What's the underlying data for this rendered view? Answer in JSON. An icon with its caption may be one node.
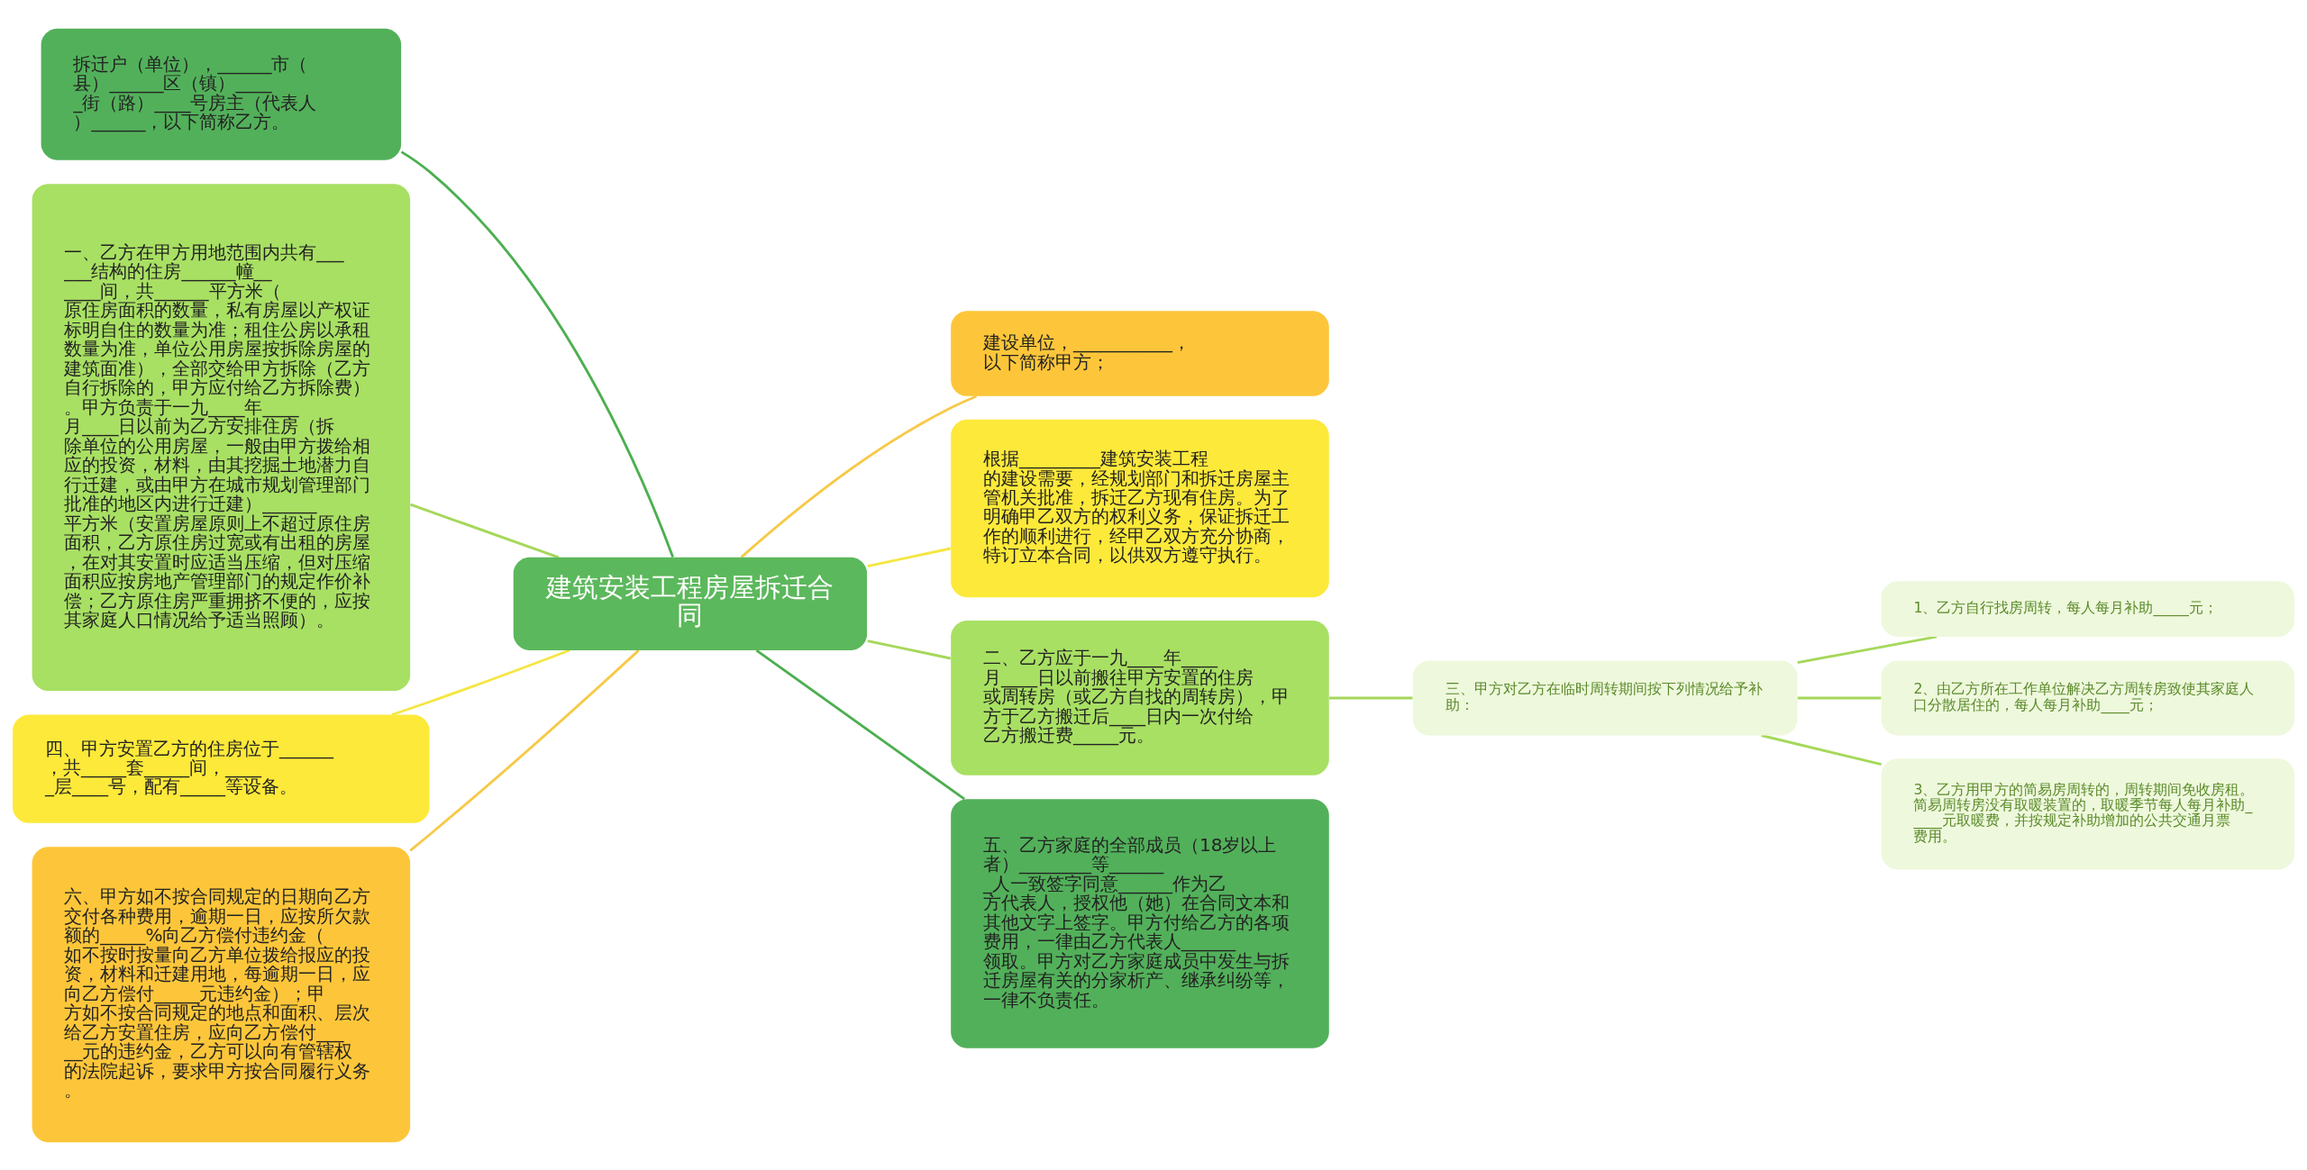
{
  "diagram": {
    "nodes": [
      {
        "text": [
          "建筑安装工程房屋拆迁合同"
        ]
      },
      {
        "text": [
          "拆迁户（单位），______市（县）______区（镇）_____街（路）____号房主（代表人）______，以下简称乙方。"
        ]
      },
      {
        "text": [
          "一、乙方在甲方用地范围内共有______结构的住房______幢______间，共______平方米（原住房面积的数量，私有房屋以产权证标明自住的数量为准；租住公房以承租数量为准，单位公用房屋按拆除房屋的建筑面准），全部交给甲方拆除（乙方自行拆除的，甲方应付给乙方拆除费）。甲方负责于一九____年____月____日以前为乙方安排住房（拆除单位的公用房屋，一般由甲方拨给相应的投资，材料，由其挖掘土地潜力自行迁建，或由甲方在城市规划管理部门批准的地区内进行迁建）______平方米（安置房屋原则上不超过原住房面积，乙方原住房过宽或有出租的房屋，在对其安置时应适当压缩，但对压缩面积应按房地产管理部门的规定作价补偿；乙方原住房严重拥挤不便的，应按其家庭人口情况给予适当照顾）。"
        ]
      },
      {
        "text": [
          "四、甲方安置乙方的住房位于______，共_____套_____间，_____层____号，配有_____等设备。"
        ]
      },
      {
        "text": [
          "六、甲方如不按合同规定的日期向乙方交付各种费用，逾期一日，应按所欠款额的_____%向乙方偿付违约金（如不按时按量向乙方单位拨给报应的投资，材料和迁建用地，每逾期一日，应向乙方偿付_____元违约金）；甲方如不按合同规定的地点和面积、层次给乙方安置住房，应向乙方偿付_____元的违约金，乙方可以向有管辖权的法院起诉，要求甲方按合同履行义务。"
        ]
      },
      {
        "text": [
          "建设单位，___________，以下简称甲方；"
        ]
      },
      {
        "text": [
          "根据_________建筑安装工程的建设需要，经规划部门和拆迁房屋主管机关批准，拆迁乙方现有住房。为了明确甲乙双方的权利义务，保证拆迁工作的顺利进行，经甲乙双方充分协商，特订立本合同，以供双方遵守执行。"
        ]
      },
      {
        "text": [
          "二、乙方应于一九____年____月____日以前搬往甲方安置的住房或周转房（或乙方自找的周转房），甲方于乙方搬迁后____日内一次付给乙方搬迁费_____元。"
        ]
      },
      {
        "text": [
          "三、甲方对乙方在临时周转期间按下列情况给予补助："
        ]
      },
      {
        "text": [
          "1、乙方自行找房周转，每人每月补助_____元；"
        ]
      },
      {
        "text": [
          "2、由乙方所在工作单位解决乙方周转房致使其家庭人口分散居住的，每人每月补助____元；"
        ]
      },
      {
        "text": [
          "3、乙方用甲方的简易房周转的，周转期间免收房租。简易周转房没有取暖装置的，取暖季节每人每月补助_____元取暖费，并按规定补助增加的公共交通月票费用。"
        ]
      },
      {
        "text": [
          "五、乙方家庭的全部成员（18岁以上者）________等_______人一致签字同意______作为乙方代表人，授权他（她）在合同文本和其他文字上签字。甲方付给乙方的各项费用，一律由乙方代表人______领取。甲方对乙方家庭成员中发生与拆迁房屋有关的分家析产、继承纠纷等，一律不负责任。"
        ]
      }
    ],
    "edges": [
      {
        "from": 0,
        "to": 1,
        "arrow": "none",
        "color": "#4caf50"
      },
      {
        "from": 0,
        "to": 2,
        "arrow": "none",
        "color": "#a5d85a"
      },
      {
        "from": 0,
        "to": 3,
        "arrow": "none",
        "color": "#f5e642"
      },
      {
        "from": 0,
        "to": 4,
        "arrow": "none",
        "color": "#f7c948"
      },
      {
        "from": 0,
        "to": 5,
        "arrow": "none",
        "color": "#f7c948"
      },
      {
        "from": 0,
        "to": 6,
        "arrow": "none",
        "color": "#f5e642"
      },
      {
        "from": 0,
        "to": 7,
        "arrow": "none",
        "color": "#a5d85a"
      },
      {
        "from": 7,
        "to": 8,
        "arrow": "none",
        "color": "#a5d85a"
      },
      {
        "from": 8,
        "to": 9,
        "arrow": "none",
        "color": "#a5d85a"
      },
      {
        "from": 8,
        "to": 10,
        "arrow": "none",
        "color": "#a5d85a"
      },
      {
        "from": 8,
        "to": 11,
        "arrow": "none",
        "color": "#a5d85a"
      },
      {
        "from": 0,
        "to": 12,
        "arrow": "none",
        "color": "#4caf50"
      }
    ]
  }
}
